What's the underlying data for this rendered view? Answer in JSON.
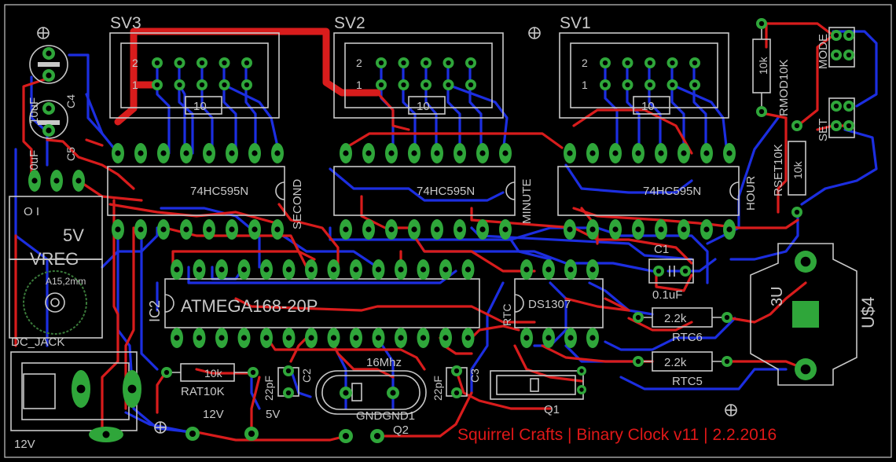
{
  "connectors": {
    "sv3": "SV3",
    "sv2": "SV2",
    "sv1": "SV1",
    "row2": "2",
    "row1": "1",
    "pin10": "10"
  },
  "chips": {
    "second_part": "74HC595N",
    "second_label": "SECOND",
    "minute_part": "74HC595N",
    "minute_label": "MINUTE",
    "hour_part": "74HC595N",
    "hour_label": "HOUR",
    "mcu_part": "ATMEGA168-20P",
    "mcu_ref": "IC2",
    "rtc_part": "DS1307",
    "rtc_ref": "RTC"
  },
  "components": {
    "c4_value": "10uF",
    "c4_ref": "C4",
    "c5_value": "10uF",
    "c5_ref": "C5",
    "vreg_value": "5V",
    "vreg_name": "VREG",
    "vreg_pins": "O I",
    "jack_size": "A15,2mm",
    "jack_ref": "DC_JACK",
    "rmod_value": "10k",
    "rmod_ref": "RMOD10K",
    "rset_value": "10k",
    "rset_ref": "RSET10K",
    "mode_label": "MODE",
    "set_label": "SET",
    "c1_ref": "C1",
    "c1_value": "0.1uF",
    "rtc6_value": "2.2k",
    "rtc6_ref": "RTC6",
    "rtc5_value": "2.2k",
    "rtc5_ref": "RTC5",
    "battery_ref": "U$4",
    "battery_value": "3U",
    "rat_value": "10k",
    "rat_ref": "RAT10K",
    "c2_value": "22pF",
    "c2_ref": "C2",
    "c3_value": "22pF",
    "c3_ref": "C3",
    "crystal_value": "16Mhz",
    "q1_ref": "Q1",
    "q2_ref": "Q2",
    "gnd_label": "GNDGND1"
  },
  "terminals": {
    "v12_bottom": "12V",
    "v12_mid": "12V",
    "v5": "5V"
  },
  "footer": {
    "credit": "Squirrel Crafts | Binary Clock v11 | 2.2.2016"
  },
  "colors": {
    "background": "#000000",
    "silkscreen": "#c8c8c8",
    "top_copper": "#d81c1c",
    "bottom_copper": "#1c2ee0",
    "pads": "#2fa63a"
  }
}
